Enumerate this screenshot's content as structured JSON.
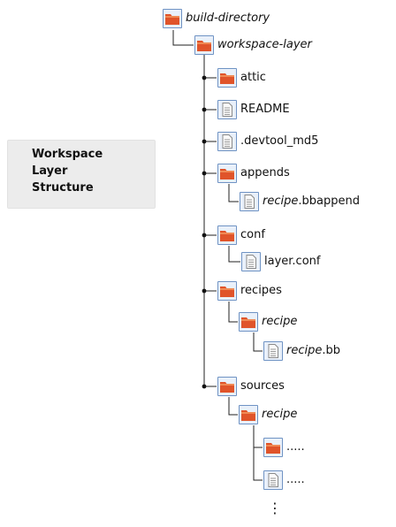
{
  "caption": {
    "lines": [
      "Workspace",
      "Layer",
      "Structure"
    ]
  },
  "tree": {
    "root": {
      "label": "build-directory",
      "italic": true,
      "type": "folder"
    },
    "workspace": {
      "label": "workspace-layer",
      "italic": true,
      "type": "folder"
    },
    "children": [
      {
        "id": "attic",
        "label": "attic",
        "type": "folder"
      },
      {
        "id": "readme",
        "label": "README",
        "type": "file"
      },
      {
        "id": "devtool",
        "label": ".devtool_md5",
        "type": "file"
      },
      {
        "id": "appends",
        "label": "appends",
        "type": "folder"
      },
      {
        "id": "bbappend",
        "label_italic": "recipe",
        "label_rest": ".bbappend",
        "type": "file"
      },
      {
        "id": "conf",
        "label": "conf",
        "type": "folder"
      },
      {
        "id": "layerconf",
        "label": "layer.conf",
        "type": "file"
      },
      {
        "id": "recipes",
        "label": "recipes",
        "type": "folder"
      },
      {
        "id": "recipes-recipe",
        "label_italic": "recipe",
        "label_rest": "",
        "type": "folder"
      },
      {
        "id": "recipe-bb",
        "label_italic": "recipe",
        "label_rest": ".bb",
        "type": "file"
      },
      {
        "id": "sources",
        "label": "sources",
        "type": "folder"
      },
      {
        "id": "sources-recipe",
        "label_italic": "recipe",
        "label_rest": "",
        "type": "folder"
      },
      {
        "id": "more-folder",
        "label": ".....",
        "type": "folder"
      },
      {
        "id": "more-file",
        "label": ".....",
        "type": "file"
      }
    ],
    "continuation": "⋮"
  },
  "colors": {
    "folder_fill": "#e0542a",
    "folder_top": "#f08a55",
    "icon_border": "#6f93c4",
    "icon_bg": "#e9f0fa",
    "line": "#222222"
  },
  "icons": {
    "folder": "folder-icon",
    "file": "file-icon"
  }
}
